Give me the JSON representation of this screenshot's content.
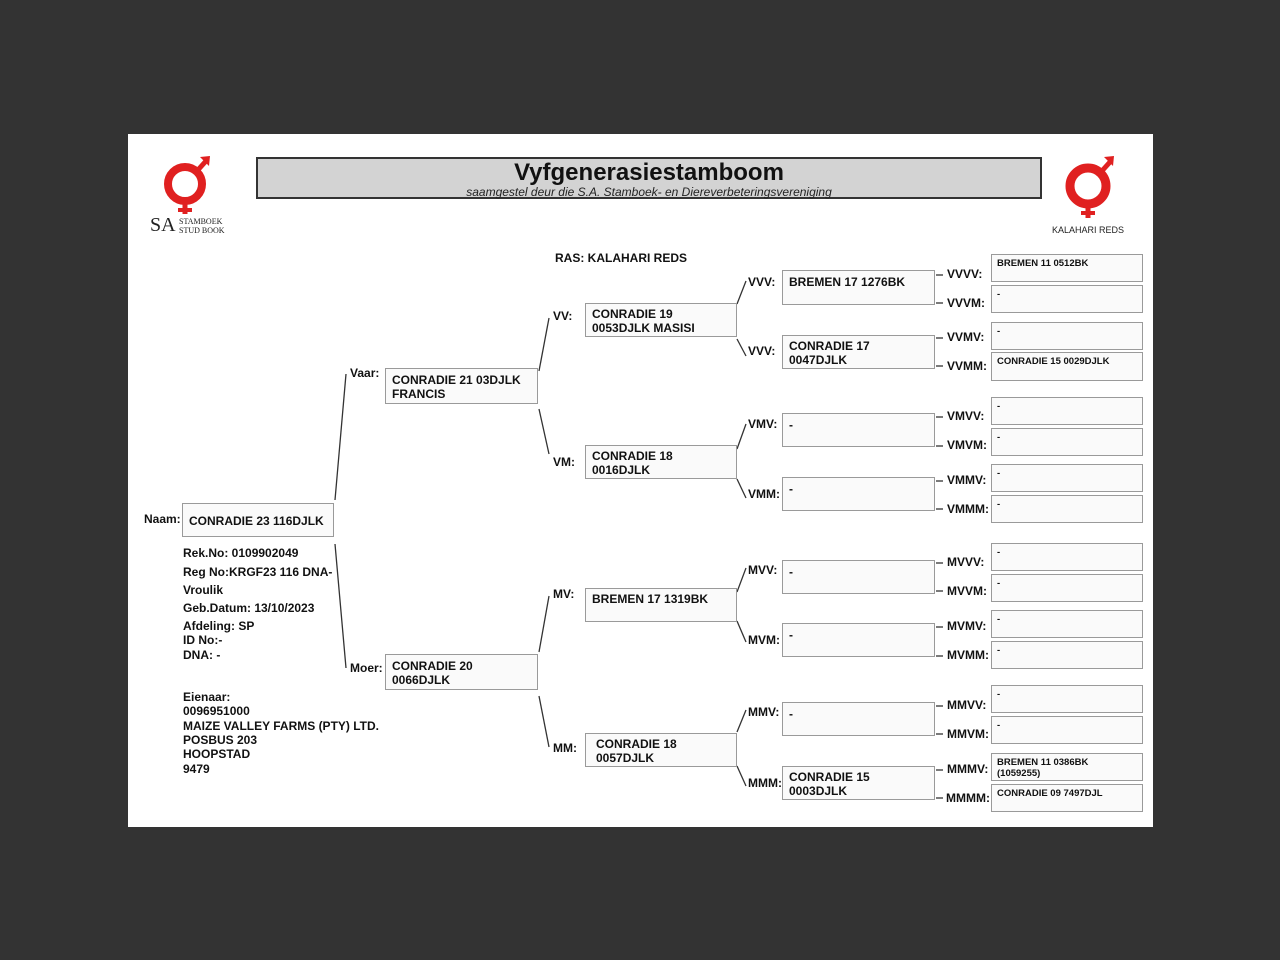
{
  "header": {
    "title": "Vyfgenerasiestamboom",
    "subtitle": "saamgestel deur die S.A. Stamboek- en Diereverbeteringsvereniging"
  },
  "logo_left": {
    "text_big": "SA",
    "text_line1": "STAMBOEK",
    "text_line2": "STUD BOOK"
  },
  "logo_right": {
    "text": "KALAHARI REDS"
  },
  "ras": "RAS: KALAHARI REDS",
  "labels": {
    "naam": "Naam:",
    "vaar": "Vaar:",
    "moer": "Moer:",
    "vv": "VV:",
    "vm": "VM:",
    "mv": "MV:",
    "mm": "MM:",
    "vvv": "VVV:",
    "vvm": "VVV:",
    "vmv": "VMV:",
    "vmm": "VMM:",
    "mvv": "MVV:",
    "mvm": "MVM:",
    "mmv": "MMV:",
    "mmm": "MMM:",
    "vvvv": "VVVV:",
    "vvvm": "VVVM:",
    "vvmv": "VVMV:",
    "vvmm": "VVMM:",
    "vmvv": "VMVV:",
    "vmvm": "VMVM:",
    "vmmv": "VMMV:",
    "vmmm": "VMMM:",
    "mvvv": "MVVV:",
    "mvvm": "MVVM:",
    "mvmv": "MVMV:",
    "mvmm": "MVMM:",
    "mmvv": "MMVV:",
    "mmvm": "MMVM:",
    "mmmv": "MMMV:",
    "mmmm": "MMMM:"
  },
  "animal": {
    "name": "CONRADIE 23 116DJLK",
    "rek_no": "Rek.No: 0109902049",
    "reg_no": "Reg No:KRGF23 116 DNA-",
    "sex": "Vroulik",
    "geb_datum": "Geb.Datum: 13/10/2023",
    "afdeling": "Afdeling: SP",
    "id_no": "ID No:-",
    "dna": "DNA: -"
  },
  "owner": {
    "label": "Eienaar:",
    "number": "0096951000",
    "name": "MAIZE VALLEY FARMS (PTY) LTD.",
    "address1": "POSBUS 203",
    "address2": "HOOPSTAD",
    "code": "9479"
  },
  "gen1": {
    "vaar": [
      "CONRADIE 21 03DJLK",
      "FRANCIS"
    ],
    "moer": [
      "CONRADIE 20",
      "0066DJLK"
    ]
  },
  "gen2": {
    "vv": [
      "CONRADIE 19",
      "0053DJLK MASISI"
    ],
    "vm": [
      "CONRADIE 18 0016DJLK",
      ""
    ],
    "mv": [
      "BREMEN 17 1319BK",
      ""
    ],
    "mm": [
      "CONRADIE 18",
      "0057DJLK"
    ]
  },
  "gen3": {
    "vvv": [
      "BREMEN 17 1276BK",
      ""
    ],
    "vvm": [
      "CONRADIE 17",
      "0047DJLK"
    ],
    "vmv": [
      "-",
      ""
    ],
    "vmm": [
      "-",
      ""
    ],
    "mvv": [
      "-",
      ""
    ],
    "mvm": [
      "-",
      ""
    ],
    "mmv": [
      "-",
      ""
    ],
    "mmm": [
      "CONRADIE 15",
      "0003DJLK"
    ]
  },
  "gen4": {
    "vvvv": [
      "BREMEN 11 0512BK",
      ""
    ],
    "vvvm": [
      "-",
      ""
    ],
    "vvmv": [
      "-",
      ""
    ],
    "vvmm": [
      "CONRADIE 15 0029DJLK",
      ""
    ],
    "vmvv": [
      "-",
      ""
    ],
    "vmvm": [
      "-",
      ""
    ],
    "vmmv": [
      "-",
      ""
    ],
    "vmmm": [
      "-",
      ""
    ],
    "mvvv": [
      "-",
      ""
    ],
    "mvvm": [
      "-",
      ""
    ],
    "mvmv": [
      "-",
      ""
    ],
    "mvmm": [
      "-",
      ""
    ],
    "mmvv": [
      "-",
      ""
    ],
    "mmvm": [
      "-",
      ""
    ],
    "mmmv": [
      "BREMEN 11 0386BK",
      "(1059255)"
    ],
    "mmmm": [
      "CONRADIE 09 7497DJL",
      ""
    ]
  },
  "colors": {
    "logo_red": "#e02020",
    "title_bg": "#d3d3d3",
    "page_bg": "#333333"
  }
}
